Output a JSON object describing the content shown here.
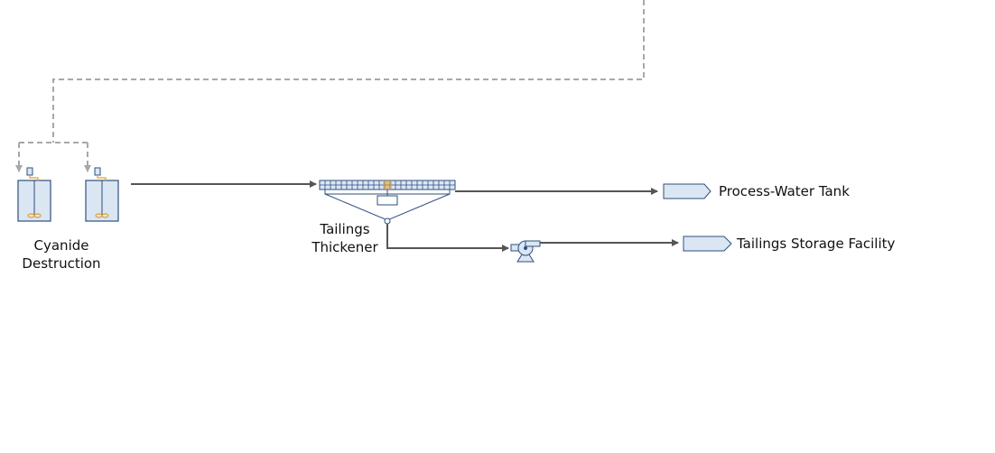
{
  "labels": {
    "cyanide_line1": "Cyanide",
    "cyanide_line2": "Destruction",
    "thickener_line1": "Tailings",
    "thickener_line2": "Thickener",
    "process_water": "Process-Water Tank",
    "tailings_storage": "Tailings Storage Facility"
  },
  "colors": {
    "equipment_fill": "#dbe6f3",
    "equipment_stroke": "#2e4f7f",
    "impeller": "#e0a030",
    "flow_line": "#555555",
    "recycle_line": "#a8a8a8"
  },
  "icons": [
    "agitated-tank-icon",
    "thickener-icon",
    "pump-icon",
    "offpage-connector-icon"
  ]
}
